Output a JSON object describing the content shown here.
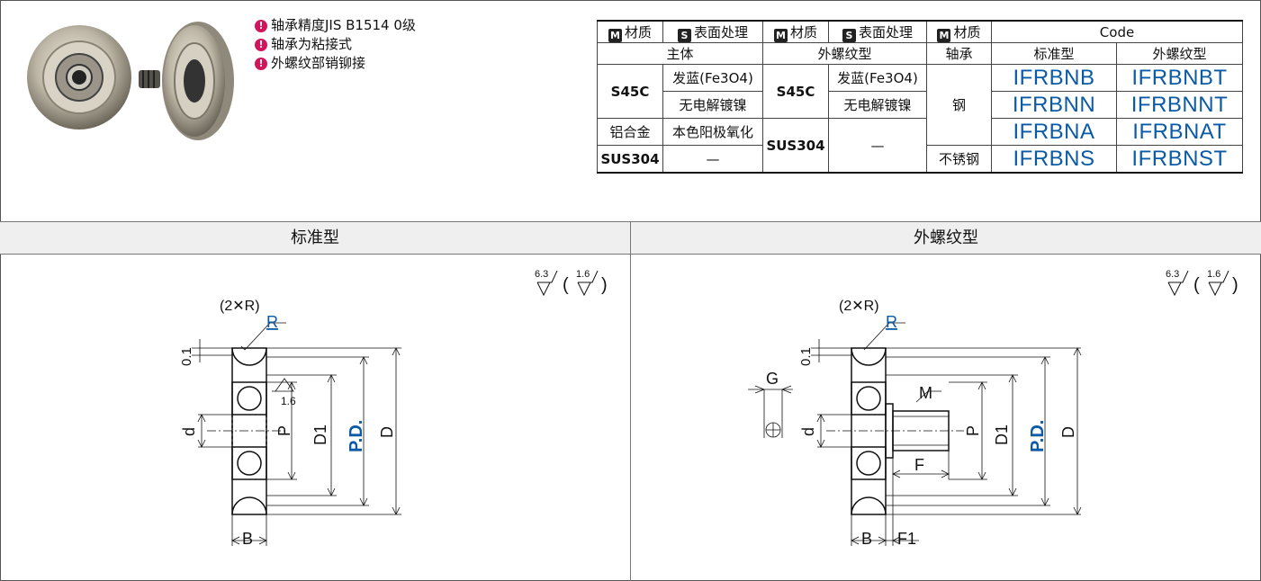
{
  "features": [
    "轴承精度JIS  B1514  0级",
    "轴承为粘接式",
    "外螺纹部销铆接"
  ],
  "marks": {
    "m": "M",
    "s": "S",
    "bang": "!"
  },
  "table": {
    "h1": [
      "材质",
      "表面处理",
      "材质",
      "表面处理",
      "材质",
      "Code"
    ],
    "h2": [
      "主体",
      "外螺纹型",
      "轴承",
      "标准型",
      "外螺纹型"
    ],
    "body_s45c": "S45C",
    "thread_s45c": "S45C",
    "treat_blue": "发蓝(Fe3O4)",
    "treat_nickel": "无电解镀镍",
    "alloy": "铝合金",
    "treat_anod": "本色阳极氧化",
    "sus304_body": "SUS304",
    "sus304_thread": "SUS304",
    "dash": "—",
    "steel": "钢",
    "stainless": "不锈钢",
    "codes": [
      [
        "IFRBNB",
        "IFRBNBT"
      ],
      [
        "IFRBNN",
        "IFRBNNT"
      ],
      [
        "IFRBNA",
        "IFRBNAT"
      ],
      [
        "IFRBNS",
        "IFRBNST"
      ]
    ]
  },
  "sections": {
    "standard": "标准型",
    "threaded": "外螺纹型"
  },
  "drawing": {
    "r_note": "(2✕R)",
    "r": "R",
    "t01": "0.1",
    "rough": "1.6",
    "surf_a": "6.3",
    "surf_b": "1.6",
    "d": "d",
    "p": "P",
    "d1": "D1",
    "pd": "P.D.",
    "D": "D",
    "b": "B",
    "g": "G",
    "m": "M",
    "f": "F",
    "f1": "F1"
  }
}
